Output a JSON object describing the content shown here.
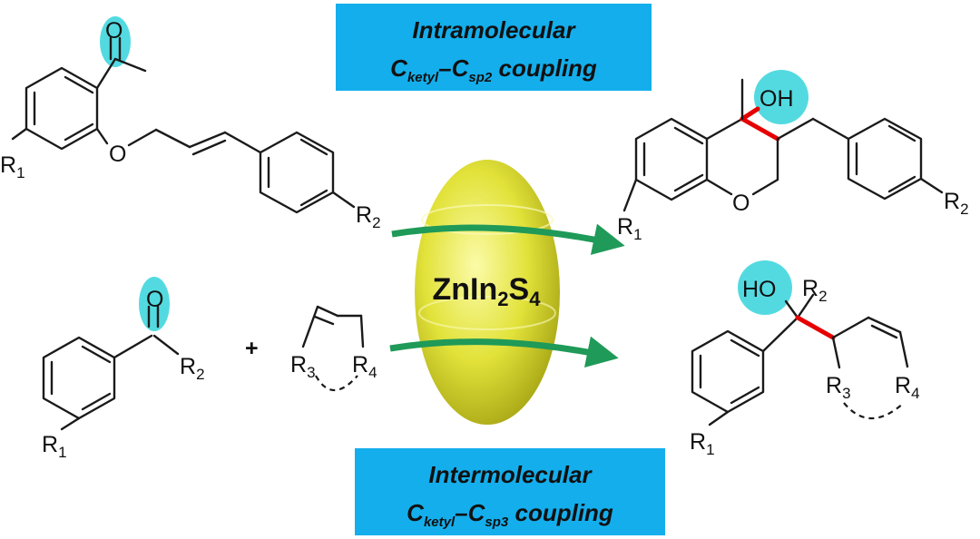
{
  "boxes": {
    "top": {
      "line1": "Intramolecular",
      "c1": "C",
      "s1": "ketyl",
      "dash": "–",
      "c2": "C",
      "s2": "sp2",
      "tail": " coupling"
    },
    "bottom": {
      "line1": "Intermolecular",
      "c1": "C",
      "s1": "ketyl",
      "dash": "–",
      "c2": "C",
      "s2": "sp3",
      "tail": " coupling"
    }
  },
  "catalyst": {
    "a": "ZnIn",
    "b": "2",
    "c": "S",
    "d": "4"
  },
  "reactant1": {
    "o_ketone": "O",
    "o_ether": "O",
    "r1": "R",
    "r1_sub": "1",
    "r2": "R",
    "r2_sub": "2"
  },
  "product1": {
    "oh": "OH",
    "o_ring": "O",
    "r1": "R",
    "r1_sub": "1",
    "r2": "R",
    "r2_sub": "2"
  },
  "reactant2": {
    "o": "O",
    "r1": "R",
    "r1_sub": "1",
    "r2": "R",
    "r2_sub": "2",
    "plus": "+"
  },
  "alkene": {
    "r3": "R",
    "r3_sub": "3",
    "r4": "R",
    "r4_sub": "4"
  },
  "product2": {
    "ho": "HO",
    "r1": "R",
    "r1_sub": "1",
    "r2": "R",
    "r2_sub": "2",
    "r3": "R",
    "r3_sub": "3",
    "r4": "R",
    "r4_sub": "4"
  },
  "colors": {
    "box": "#14aeec",
    "highlight": "#35d3dc",
    "bond_red": "#e60000",
    "arrow": "#1f9a58",
    "catalyst": "#e6e635"
  }
}
